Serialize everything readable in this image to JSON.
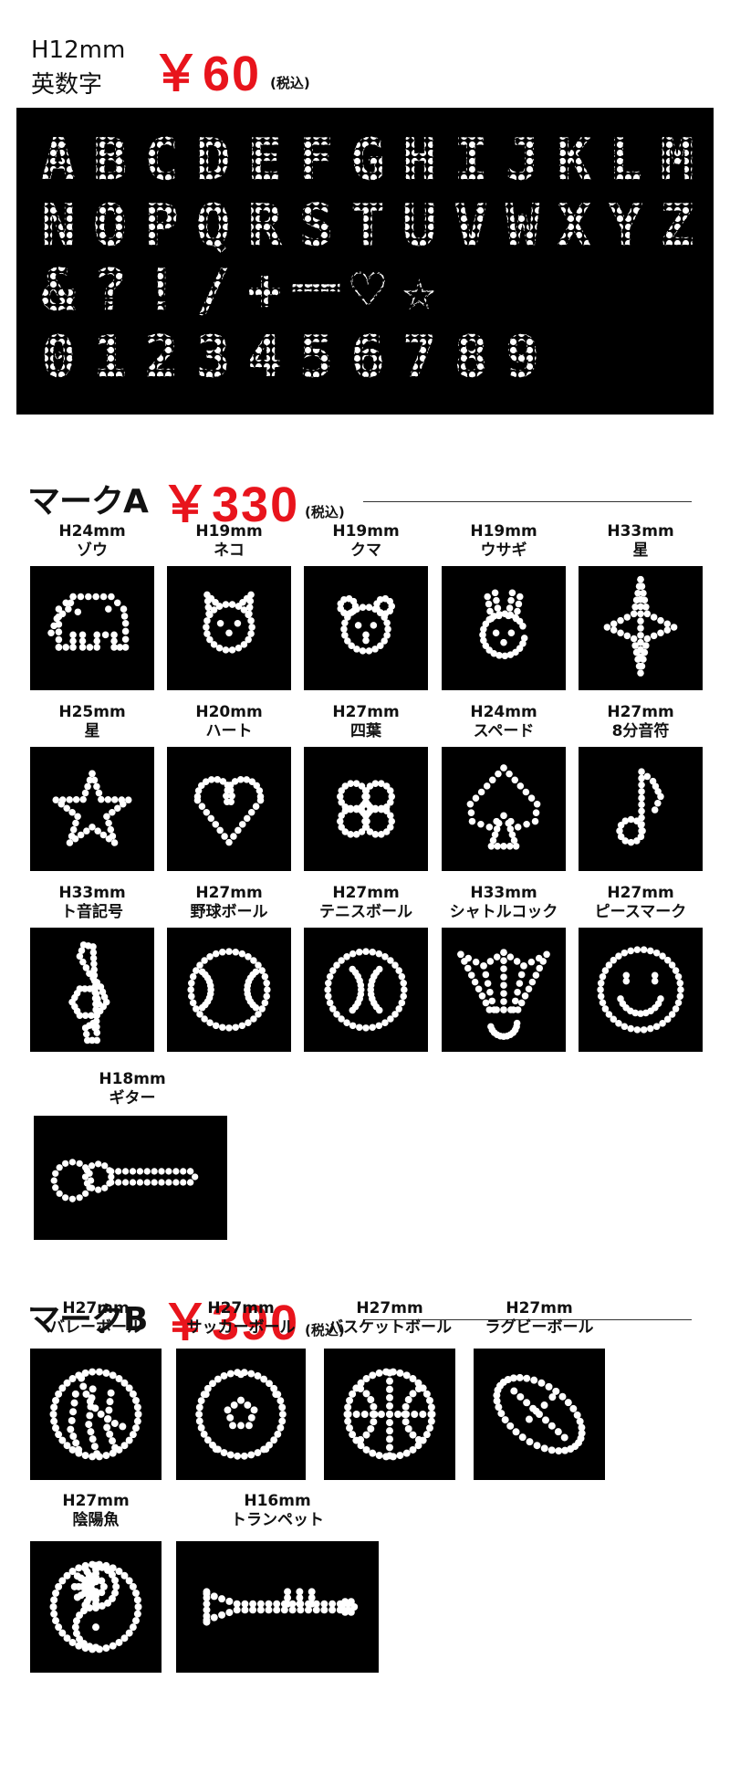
{
  "header": {
    "size": "H12mm",
    "kind": "英数字",
    "price": "￥60",
    "tax": "(税込)"
  },
  "alphabet": {
    "rows": [
      [
        "A",
        "B",
        "C",
        "D",
        "E",
        "F",
        "G",
        "H",
        "I",
        "J",
        "K",
        "L",
        "M"
      ],
      [
        "N",
        "O",
        "P",
        "Q",
        "R",
        "S",
        "T",
        "U",
        "V",
        "W",
        "X",
        "Y",
        "Z"
      ],
      [
        "&",
        "?",
        "!",
        "/",
        "+",
        "ー",
        "♡",
        "☆"
      ],
      [
        "0",
        "1",
        "2",
        "3",
        "4",
        "5",
        "6",
        "7",
        "8",
        "9"
      ]
    ]
  },
  "markA": {
    "title": "マークA",
    "price": "￥330",
    "tax": "(税込)",
    "items": [
      {
        "size": "H24mm",
        "name": "ゾウ",
        "icon": "elephant-icon"
      },
      {
        "size": "H19mm",
        "name": "ネコ",
        "icon": "cat-icon"
      },
      {
        "size": "H19mm",
        "name": "クマ",
        "icon": "bear-icon"
      },
      {
        "size": "H19mm",
        "name": "ウサギ",
        "icon": "rabbit-icon"
      },
      {
        "size": "H33mm",
        "name": "星",
        "icon": "sparkle-star-icon"
      },
      {
        "size": "H25mm",
        "name": "星",
        "icon": "star-icon"
      },
      {
        "size": "H20mm",
        "name": "ハート",
        "icon": "heart-icon"
      },
      {
        "size": "H27mm",
        "name": "四葉",
        "icon": "clover-icon"
      },
      {
        "size": "H24mm",
        "name": "スペード",
        "icon": "spade-icon"
      },
      {
        "size": "H27mm",
        "name": "8分音符",
        "icon": "eighth-note-icon"
      },
      {
        "size": "H33mm",
        "name": "ト音記号",
        "icon": "treble-clef-icon"
      },
      {
        "size": "H27mm",
        "name": "野球ボール",
        "icon": "baseball-icon"
      },
      {
        "size": "H27mm",
        "name": "テニスボール",
        "icon": "tennis-ball-icon"
      },
      {
        "size": "H33mm",
        "name": "シャトルコック",
        "icon": "shuttlecock-icon"
      },
      {
        "size": "H27mm",
        "name": "ピースマーク",
        "icon": "smiley-icon"
      },
      {
        "size": "H18mm",
        "name": "ギター",
        "icon": "guitar-icon"
      }
    ]
  },
  "markB": {
    "title": "マークB",
    "price": "￥390",
    "tax": "(税込)",
    "items": [
      {
        "size": "H27mm",
        "name": "バレーボール",
        "icon": "volleyball-icon"
      },
      {
        "size": "H27mm",
        "name": "サッカーボール",
        "icon": "soccer-ball-icon"
      },
      {
        "size": "H27mm",
        "name": "バスケットボール",
        "icon": "basketball-icon"
      },
      {
        "size": "H27mm",
        "name": "ラグビーボール",
        "icon": "rugby-ball-icon"
      },
      {
        "size": "H27mm",
        "name": "陰陽魚",
        "icon": "yin-yang-icon"
      },
      {
        "size": "H16mm",
        "name": "トランペット",
        "icon": "trumpet-icon"
      }
    ]
  }
}
